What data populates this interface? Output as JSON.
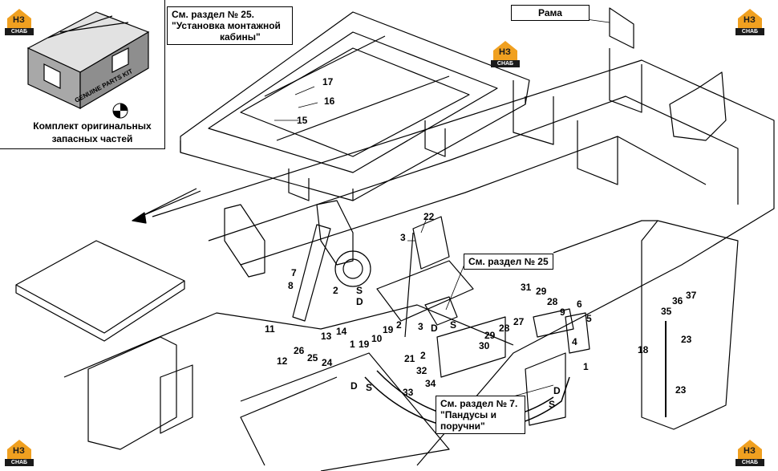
{
  "kit": {
    "box_text": "GENUINE PARTS KIT",
    "caption_line1": "Комплект оригинальных",
    "caption_line2": "запасных частей"
  },
  "refs": {
    "cab_line1": "См. раздел № 25.",
    "cab_line2": "\"Установка монтажной",
    "cab_line3": "кабины\"",
    "frame": "Рама",
    "section25": "См. раздел № 25",
    "ramps_line1": "См. раздел № 7.",
    "ramps_line2": "\"Пандусы и",
    "ramps_line3": "поручни\""
  },
  "logo": {
    "letters": "НЗ",
    "text": "СНАБ",
    "color": "#f0a020"
  },
  "callouts": {
    "c1": "17",
    "c2": "16",
    "c3": "15",
    "c4": "22",
    "c5": "3",
    "c6": "7",
    "c7": "8",
    "c8": "2",
    "c9": "S",
    "c10": "D",
    "c11": "11",
    "c12": "13",
    "c13": "14",
    "c14": "12",
    "c15": "26",
    "c16": "25",
    "c17": "24",
    "c18": "2",
    "c19": "19",
    "c20": "10",
    "c21": "3",
    "c22": "D",
    "c23": "S",
    "c24": "21",
    "c25": "2",
    "c26": "1",
    "c27": "19",
    "c28": "32",
    "c29": "34",
    "c30": "33",
    "c31": "D",
    "c32": "S",
    "c33": "31",
    "c34": "29",
    "c35": "28",
    "c36": "9",
    "c37": "6",
    "c38": "5",
    "c39": "27",
    "c40": "28",
    "c41": "29",
    "c42": "30",
    "c43": "4",
    "c44": "1",
    "c45": "D",
    "c46": "S",
    "c47": "36",
    "c48": "37",
    "c49": "35",
    "c50": "23",
    "c51": "18",
    "c52": "23"
  }
}
